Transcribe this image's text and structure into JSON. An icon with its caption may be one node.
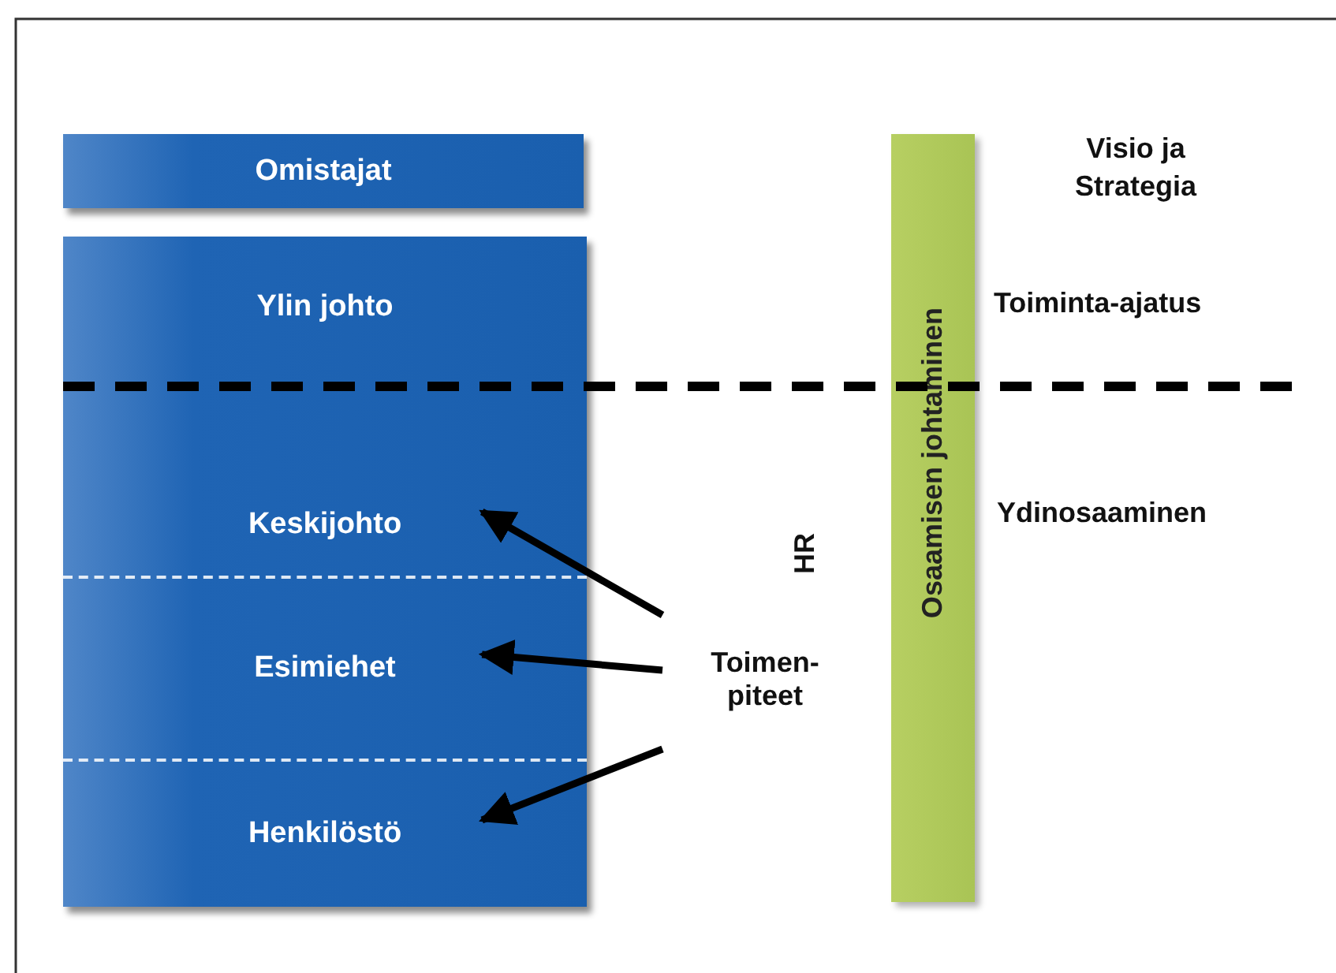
{
  "diagram": {
    "nodes": [
      {
        "text": [
          "Omistajat"
        ]
      },
      {
        "text": [],
        "shape": "box"
      },
      {
        "text": [
          "Ylin johto"
        ],
        "in": 1
      },
      {
        "text": [
          "Keskijohto"
        ],
        "in": 1
      },
      {
        "text": [
          "Esimiehet"
        ],
        "in": 1
      },
      {
        "text": [
          "Henkilöstö"
        ],
        "in": 1
      },
      {
        "text": [
          "Toimen-piteet"
        ]
      },
      {
        "text": [
          "Osaamisen johtaminen"
        ]
      }
    ],
    "edges": [
      {
        "from": 6,
        "to": 3,
        "arrow": "to"
      },
      {
        "from": 6,
        "to": 4,
        "arrow": "to"
      },
      {
        "from": 6,
        "to": 5,
        "arrow": "to"
      }
    ],
    "labels": [
      "Visio ja Strategia",
      "Toiminta-ajatus",
      "Ydinosaaminen",
      "HR"
    ]
  }
}
